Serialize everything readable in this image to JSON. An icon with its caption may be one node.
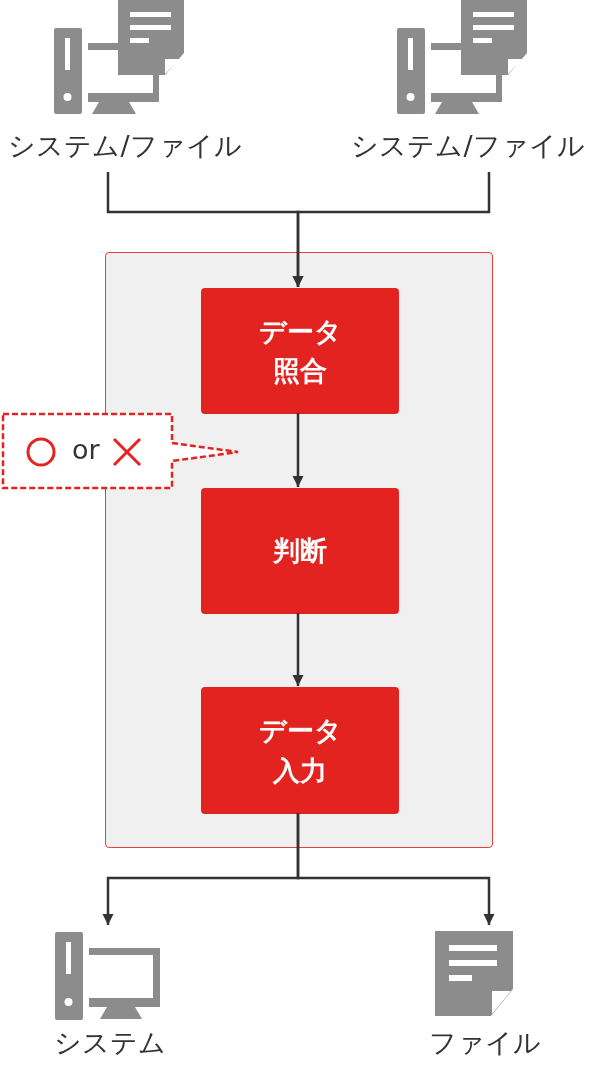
{
  "diagram": {
    "nodes": [
      {
        "text": [
          "システム/ファイル"
        ]
      },
      {
        "text": [
          "システム/ファイル"
        ]
      },
      {
        "text": [],
        "shape": "box"
      },
      {
        "text": [
          "データ照合"
        ],
        "in": 2
      },
      {
        "text": [
          "判断"
        ],
        "in": 2
      },
      {
        "text": [
          "データ入力"
        ],
        "in": 2
      },
      {
        "text": [
          "or"
        ]
      },
      {
        "text": [
          "システム"
        ]
      },
      {
        "text": [
          "ファイル"
        ]
      }
    ],
    "edges": [
      {
        "from": 0,
        "to": 3,
        "arrow": "to"
      },
      {
        "from": 1,
        "to": 3,
        "arrow": "to"
      },
      {
        "from": 3,
        "to": 4,
        "arrow": "to"
      },
      {
        "from": 4,
        "to": 5,
        "arrow": "to"
      },
      {
        "from": 5,
        "to": 7,
        "arrow": "to"
      },
      {
        "from": 5,
        "to": 8,
        "arrow": "to"
      }
    ]
  }
}
